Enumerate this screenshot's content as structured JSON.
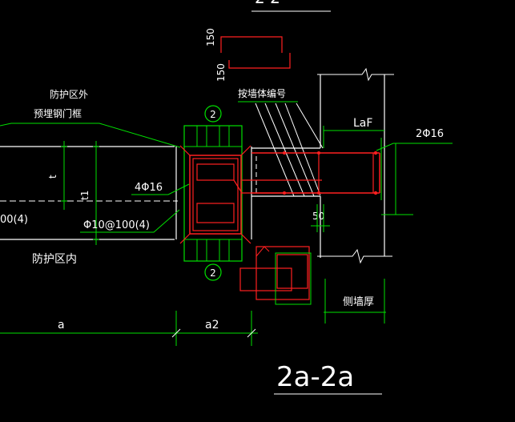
{
  "colors": {
    "background": "#000000",
    "white": "#ffffff",
    "green": "#00e000",
    "red": "#ff2020",
    "dim": "#d0d0d0"
  },
  "labels": {
    "top_title_partial": "2  2",
    "dim_150_a": "150",
    "dim_150_b": "150",
    "wall_number_note": "按墙体编号",
    "protective_outer": "防护区外",
    "embedded_frame": "预埋钢门框",
    "laf": "LaF",
    "bar_2phi16": "2Φ16",
    "circle_top": "2",
    "t": "t",
    "t1": "t1",
    "bar_4phi16": "4Φ16",
    "stirrup_left_partial": "00(4)",
    "stirrup_phi10": "Φ10@100(4)",
    "dim_50": "50",
    "protective_inner": "防护区内",
    "circle_bottom": "2",
    "side_wall_thickness": "侧墙厚",
    "dim_a": "a",
    "dim_a2": "a2",
    "section_title": "2a-2a"
  }
}
